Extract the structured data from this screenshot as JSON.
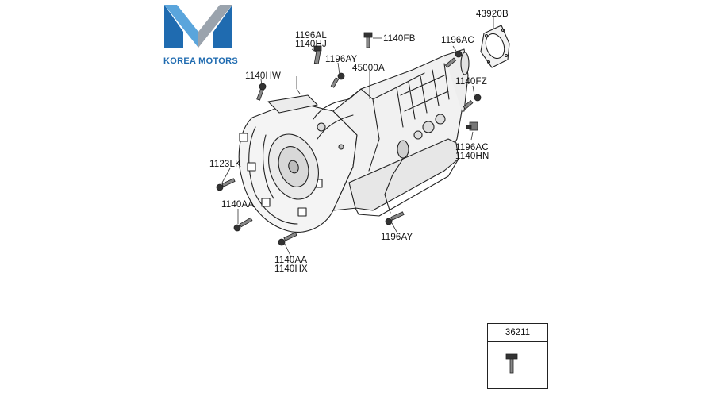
{
  "brand": {
    "name": "KOREA MOTORS",
    "logo_colors": {
      "blue": "#1f6bb0",
      "light_blue": "#5aa5dc",
      "grey": "#9aa3ad"
    }
  },
  "diagram": {
    "callouts": [
      "1196AL",
      "1140HJ",
      "1140FB",
      "43920B",
      "1196AY",
      "1196AC",
      "1140HW",
      "45000A",
      "1140FZ",
      "1196AC",
      "1140HN",
      "1123LK",
      "1140AA",
      "1196AY",
      "1140AA",
      "1140HX"
    ]
  },
  "reference_box": {
    "part_number": "36211"
  }
}
